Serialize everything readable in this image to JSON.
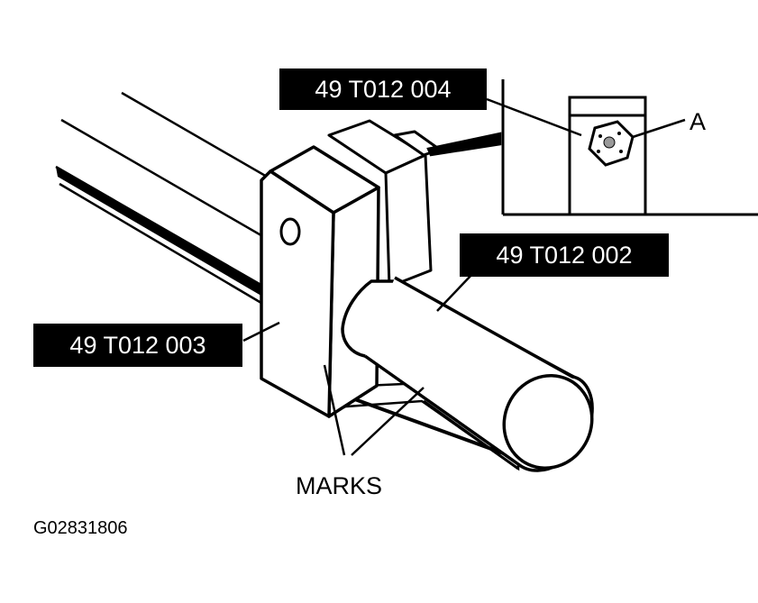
{
  "callouts": {
    "tool_004": "49 T012 004",
    "tool_002": "49 T012 002",
    "tool_003": "49 T012 003",
    "detail_a": "A",
    "marks": "MARKS"
  },
  "figure_code": "G02831806",
  "colors": {
    "ink": "#000000",
    "paper": "#ffffff",
    "shade": "#d8d8d8"
  }
}
